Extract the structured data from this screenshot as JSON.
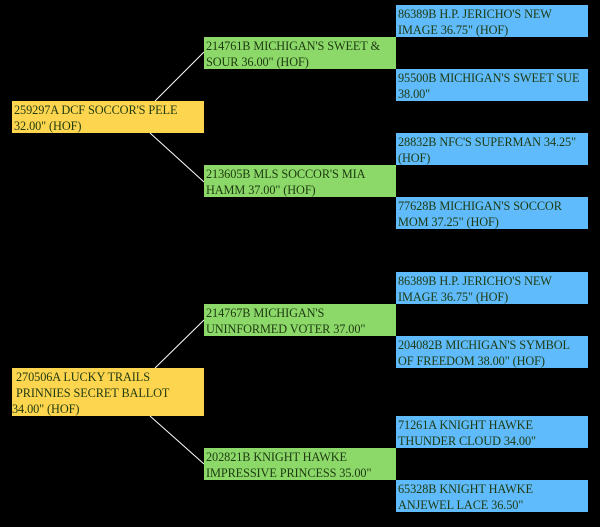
{
  "colors": {
    "background": "#000000",
    "subject": "#fed54f",
    "parents": "#8cd96a",
    "grandparents": "#5fbbfb",
    "connector": "#ffffff"
  },
  "pedigrees": [
    {
      "subject": "259297A DCF SOCCOR'S PELE 32.00\" (HOF)",
      "sire": "214761B MICHIGAN'S SWEET & SOUR 36.00\" (HOF)",
      "dam": "213605B MLS SOCCOR'S MIA HAMM 37.00\" (HOF)",
      "sire_sire": "86389B H.P. JERICHO'S NEW IMAGE 36.75\" (HOF)",
      "sire_dam": "95500B MICHIGAN'S SWEET SUE 38.00\"",
      "dam_sire": "28832B NFC'S SUPERMAN 34.25\" (HOF)",
      "dam_dam": "77628B MICHIGAN'S SOCCOR MOM 37.25\" (HOF)"
    },
    {
      "subject_lines": [
        "270506A LUCKY TRAILS",
        "PRINNIES SECRET BALLOT",
        "34.00\" (HOF)"
      ],
      "sire": "214767B MICHIGAN'S UNINFORMED VOTER 37.00\"",
      "dam": "202821B KNIGHT HAWKE IMPRESSIVE PRINCESS 35.00\"",
      "sire_sire": "86389B H.P. JERICHO'S NEW IMAGE 36.75\" (HOF)",
      "sire_dam": "204082B MICHIGAN'S SYMBOL OF FREEDOM 38.00\" (HOF)",
      "dam_sire": "71261A KNIGHT HAWKE THUNDER CLOUD 34.00\"",
      "dam_dam": "65328B KNIGHT HAWKE ANJEWEL LACE 36.50\""
    }
  ]
}
